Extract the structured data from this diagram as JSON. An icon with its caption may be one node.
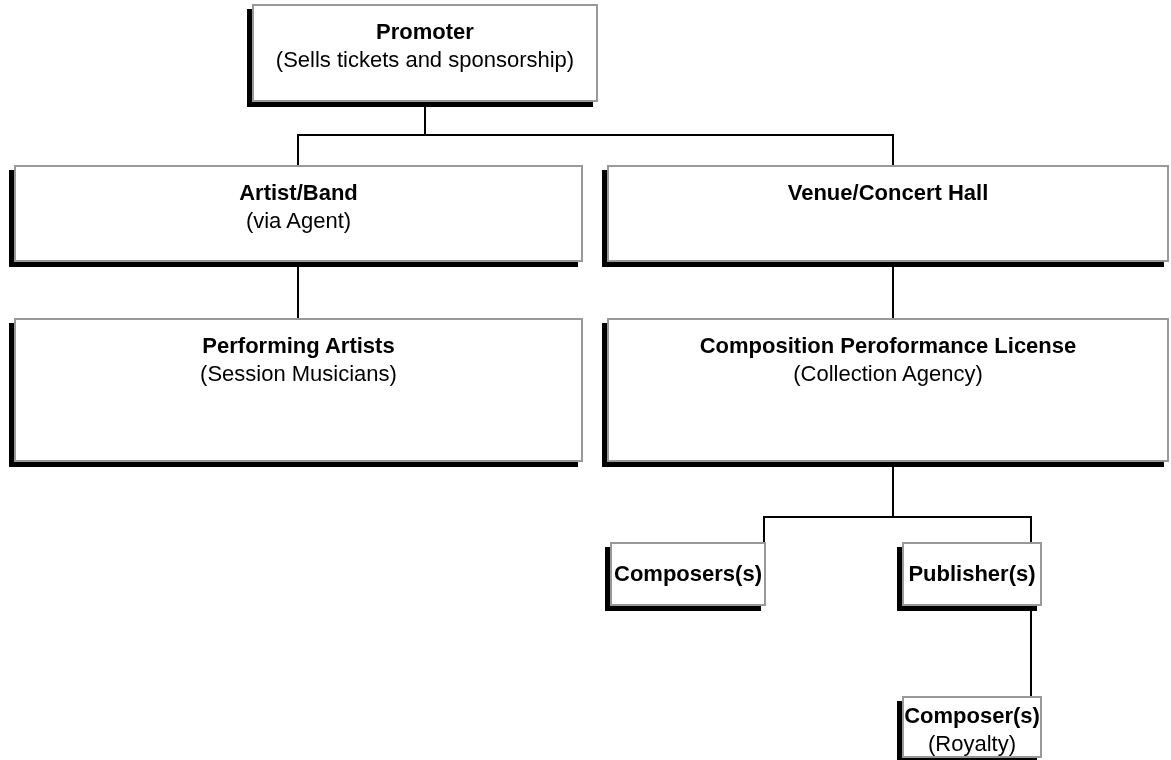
{
  "diagram": {
    "nodes": [
      {
        "text": [
          "Promoter",
          "(Sells tickets and sponsorship)"
        ]
      },
      {
        "text": [
          "Artist/Band",
          "(via Agent)"
        ]
      },
      {
        "text": [
          "Venue/Concert Hall"
        ]
      },
      {
        "text": [
          "Performing Artists",
          "(Session Musicians)"
        ]
      },
      {
        "text": [
          "Composition Peroformance License",
          "(Collection Agency)"
        ]
      },
      {
        "text": [
          "Composers(s)"
        ]
      },
      {
        "text": [
          "Publisher(s)"
        ]
      },
      {
        "text": [
          "Composer(s)",
          "(Royalty)"
        ]
      }
    ],
    "edges": [
      {
        "from": 0,
        "to": 1,
        "arrow": "none"
      },
      {
        "from": 0,
        "to": 2,
        "arrow": "none"
      },
      {
        "from": 1,
        "to": 3,
        "arrow": "none"
      },
      {
        "from": 2,
        "to": 4,
        "arrow": "none"
      },
      {
        "from": 4,
        "to": 5,
        "arrow": "none"
      },
      {
        "from": 4,
        "to": 6,
        "arrow": "none"
      },
      {
        "from": 6,
        "to": 7,
        "arrow": "none"
      }
    ]
  }
}
